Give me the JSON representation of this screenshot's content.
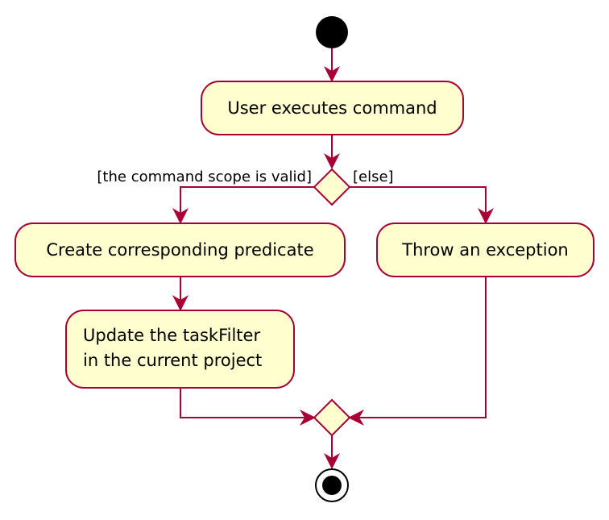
{
  "colors": {
    "stroke": "#A80036",
    "node_fill": "#FEFECE",
    "start_fill": "#000000",
    "background": "#FFFFFF",
    "text": "#000000"
  },
  "nodes": {
    "user_executes": "User executes command",
    "create_predicate": "Create corresponding predicate",
    "throw_exception": "Throw an exception",
    "update_line1": "Update the taskFilter",
    "update_line2": "in the current project"
  },
  "guards": {
    "valid": "[the command scope is valid]",
    "else": "[else]"
  }
}
